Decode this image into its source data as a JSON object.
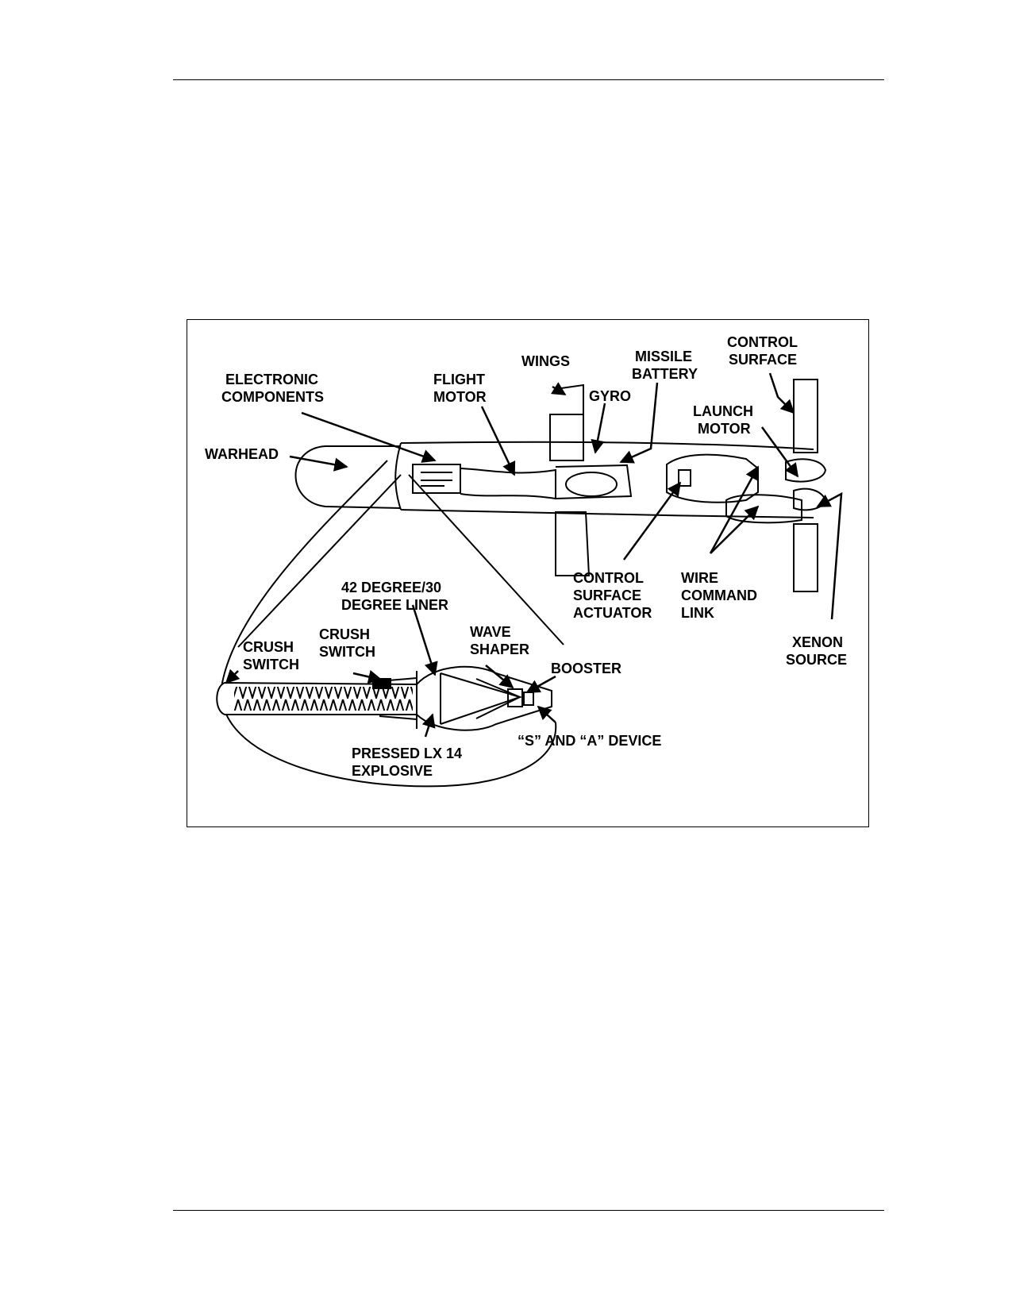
{
  "labels": {
    "warhead": "WARHEAD",
    "electronic_1": "ELECTRONIC",
    "electronic_2": "COMPONENTS",
    "flight_1": "FLIGHT",
    "flight_2": "MOTOR",
    "wings": "WINGS",
    "gyro": "GYRO",
    "missile_1": "MISSILE",
    "missile_2": "BATTERY",
    "control_surface_1": "CONTROL",
    "control_surface_2": "SURFACE",
    "launch_1": "LAUNCH",
    "launch_2": "MOTOR",
    "actuator_1": "CONTROL",
    "actuator_2": "SURFACE",
    "actuator_3": "ACTUATOR",
    "wire_1": "WIRE",
    "wire_2": "COMMAND",
    "wire_3": "LINK",
    "xenon_1": "XENON",
    "xenon_2": "SOURCE",
    "liner_1": "42 DEGREE/30",
    "liner_2": "DEGREE LINER",
    "crush_a_1": "CRUSH",
    "crush_a_2": "SWITCH",
    "crush_b_1": "CRUSH",
    "crush_b_2": "SWITCH",
    "wave_1": "WAVE",
    "wave_2": "SHAPER",
    "booster": "BOOSTER",
    "sa_device": "“S” AND “A” DEVICE",
    "pressed_1": "PRESSED LX 14",
    "pressed_2": "EXPLOSIVE"
  }
}
